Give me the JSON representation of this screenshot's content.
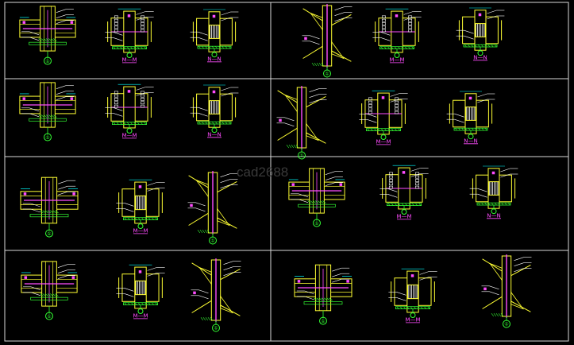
{
  "drawing": {
    "watermark": "cad2688",
    "colors": {
      "background": "#000000",
      "frame": "#d8d8d8",
      "steel": "#ffff33",
      "hatch": "#33ff33",
      "axis": "#ff4dff",
      "bolt": "#ffffff",
      "dimension": "#00ffff"
    },
    "panels": [
      {
        "details": [
          {
            "type": "column-elevation",
            "label": "",
            "axis": "①"
          },
          {
            "type": "section",
            "label": "M—M"
          },
          {
            "type": "section",
            "label": "N—N"
          }
        ]
      },
      {
        "details": [
          {
            "type": "column-elevation",
            "label": "",
            "axis": "①"
          },
          {
            "type": "section",
            "label": "M—M"
          },
          {
            "type": "section",
            "label": "N—N"
          }
        ]
      },
      {
        "details": [
          {
            "type": "column-elevation",
            "label": "",
            "axis": "①"
          },
          {
            "type": "section",
            "label": "M—M"
          },
          {
            "type": "section",
            "label": "N—N"
          }
        ]
      },
      {
        "details": [
          {
            "type": "column-elevation",
            "label": "",
            "axis": "①"
          },
          {
            "type": "section",
            "label": "M—M"
          },
          {
            "type": "section",
            "label": "N—N"
          }
        ]
      },
      {
        "details": [
          {
            "type": "column-elevation",
            "label": "",
            "axis": "①"
          },
          {
            "type": "section",
            "label": "M—M"
          },
          {
            "type": "section",
            "label": "N—N"
          }
        ]
      },
      {
        "details": [
          {
            "type": "column-elevation",
            "label": "",
            "axis": "①"
          },
          {
            "type": "section",
            "label": "M—M"
          },
          {
            "type": "section",
            "label": "N—N"
          }
        ]
      },
      {
        "details": [
          {
            "type": "column-elevation",
            "label": "",
            "axis": "①"
          },
          {
            "type": "section",
            "label": "M—M"
          },
          {
            "type": "section",
            "label": "N—N"
          }
        ]
      },
      {
        "details": [
          {
            "type": "column-elevation",
            "label": "",
            "axis": "①"
          },
          {
            "type": "section",
            "label": "M—M"
          },
          {
            "type": "section",
            "label": "N—N"
          }
        ]
      }
    ]
  }
}
